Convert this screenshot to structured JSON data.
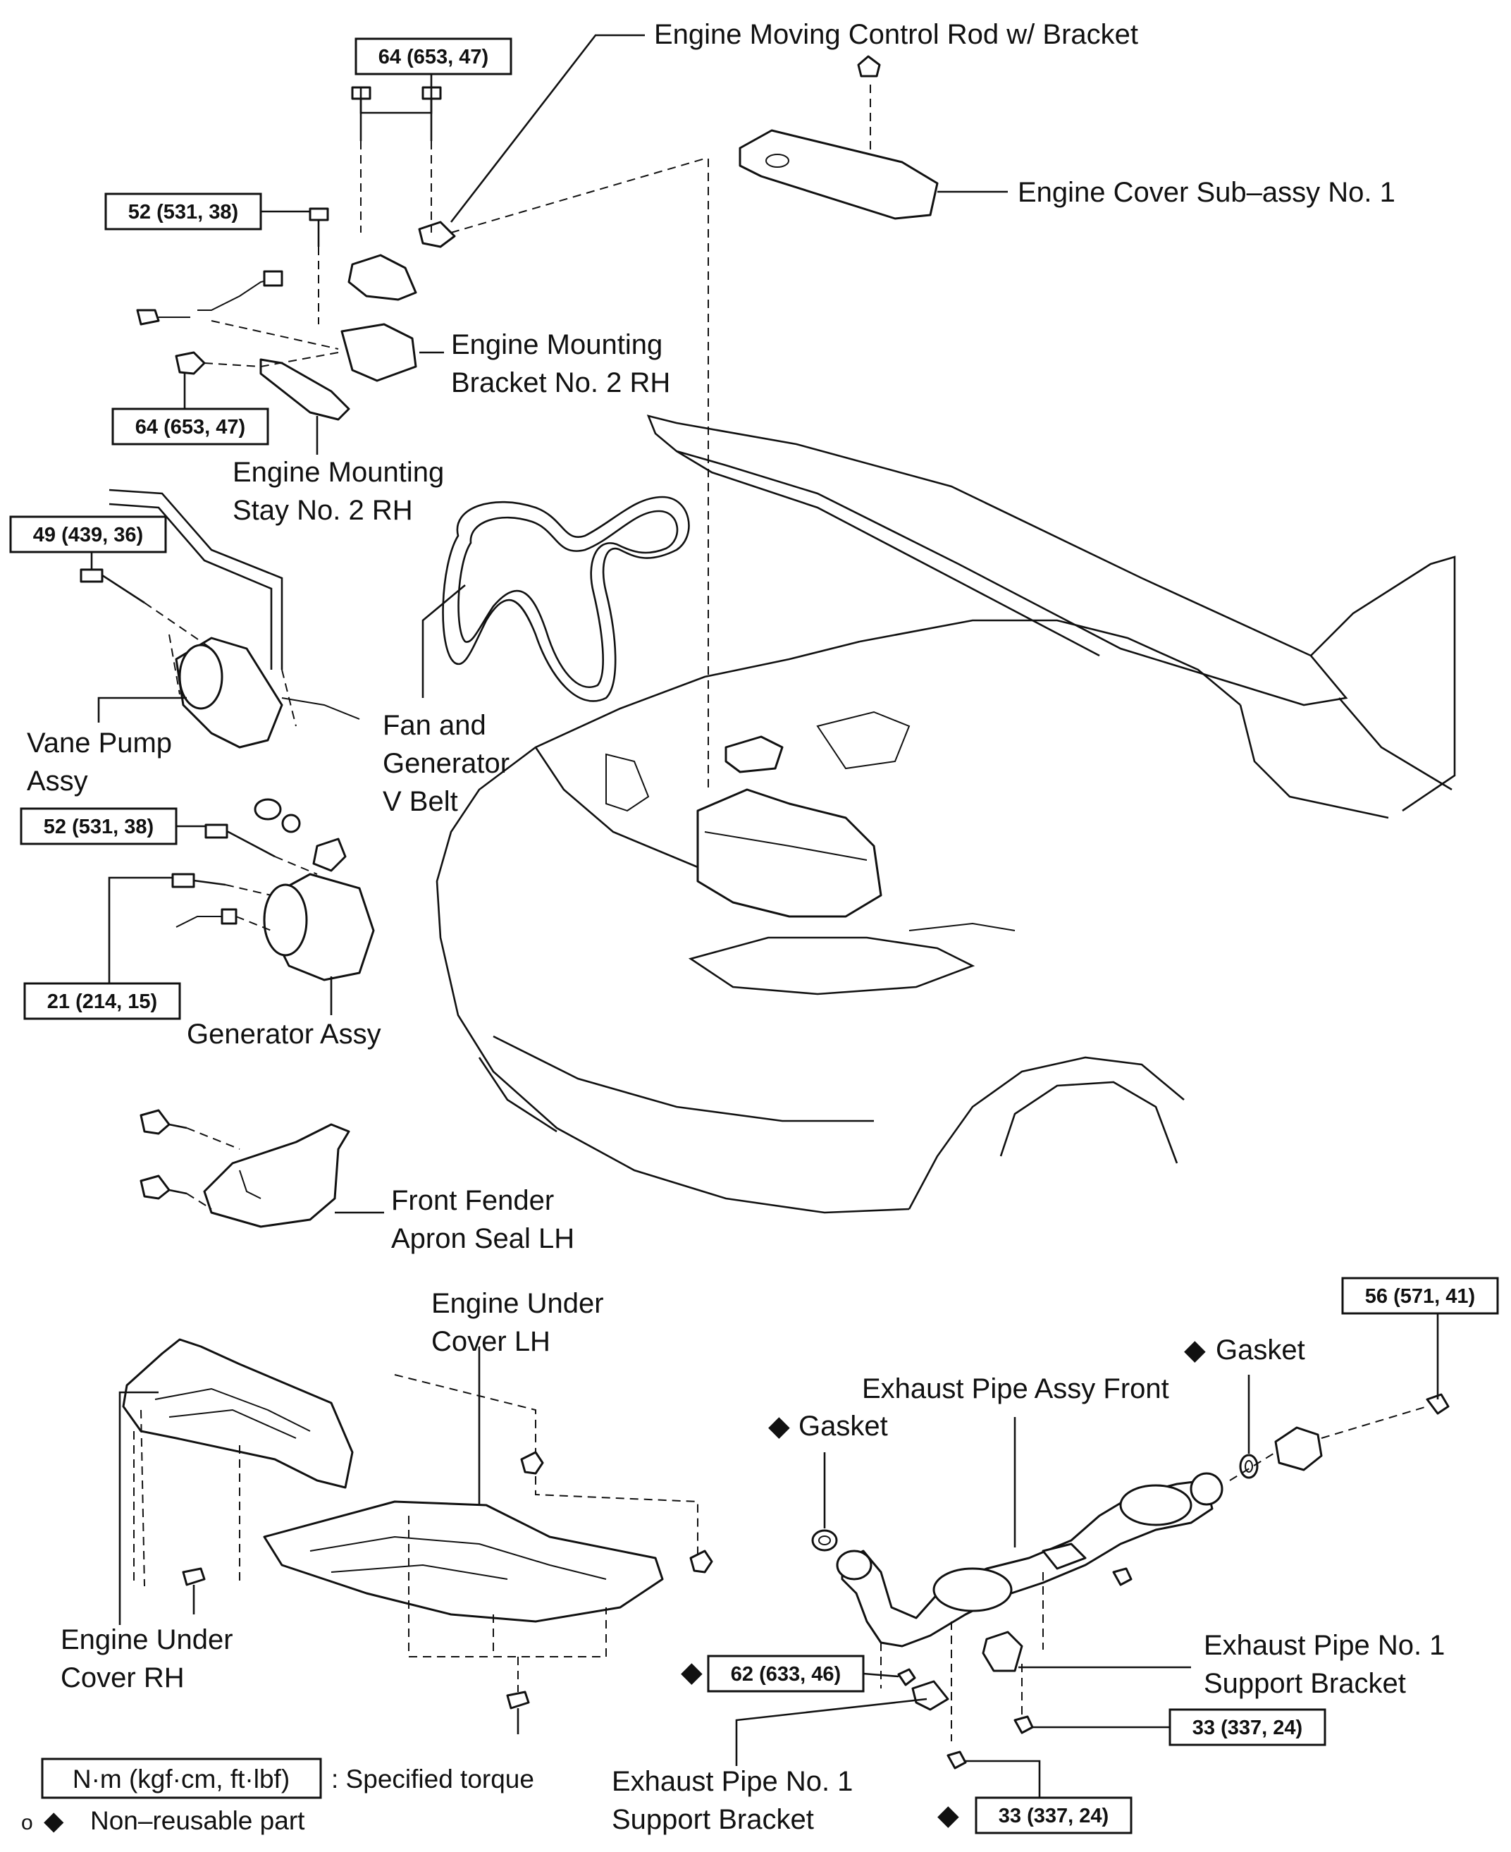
{
  "labels": {
    "engine_moving_control_rod": "Engine Moving Control Rod w/ Bracket",
    "engine_cover_sub_assy": "Engine Cover Sub–assy No. 1",
    "engine_mounting_bracket_l1": "Engine Mounting",
    "engine_mounting_bracket_l2": "Bracket No. 2 RH",
    "engine_mounting_stay_l1": "Engine Mounting",
    "engine_mounting_stay_l2": "Stay No. 2 RH",
    "vane_pump_l1": "Vane Pump",
    "vane_pump_l2": "Assy",
    "fan_generator_belt_l1": "Fan and",
    "fan_generator_belt_l2": "Generator",
    "fan_generator_belt_l3": "V Belt",
    "generator_assy": "Generator Assy",
    "front_fender_apron_l1": "Front Fender",
    "front_fender_apron_l2": "Apron Seal LH",
    "engine_under_cover_lh_l1": "Engine Under",
    "engine_under_cover_lh_l2": "Cover LH",
    "engine_under_cover_rh_l1": "Engine Under",
    "engine_under_cover_rh_l2": "Cover RH",
    "gasket_rear": "Gasket",
    "gasket_front": "Gasket",
    "exhaust_pipe_assy_front": "Exhaust Pipe Assy Front",
    "exhaust_support_right_l1": "Exhaust Pipe No. 1",
    "exhaust_support_right_l2": "Support Bracket",
    "exhaust_support_left_l1": "Exhaust Pipe No. 1",
    "exhaust_support_left_l2": "Support Bracket"
  },
  "torque": {
    "rod_top": "64 (653, 47)",
    "rod_left": "52 (531, 38)",
    "bracket": "64 (653, 47)",
    "vane_pump": "49 (439, 36)",
    "generator_upper": "52 (531, 38)",
    "generator_lower": "21 (214, 15)",
    "exhaust_rear": "56 (571, 41)",
    "support_bracket_left": "62 (633, 46)",
    "support_bracket_right": "33 (337, 24)",
    "support_bracket_bottom": "33 (337, 24)"
  },
  "symbols": {
    "non_reusable": "◆",
    "circle": "o"
  },
  "legend": {
    "torque_unit_box": "N·m (kgf·cm, ft·lbf)",
    "torque_desc": ": Specified torque",
    "non_reusable_desc": "Non–reusable part"
  }
}
